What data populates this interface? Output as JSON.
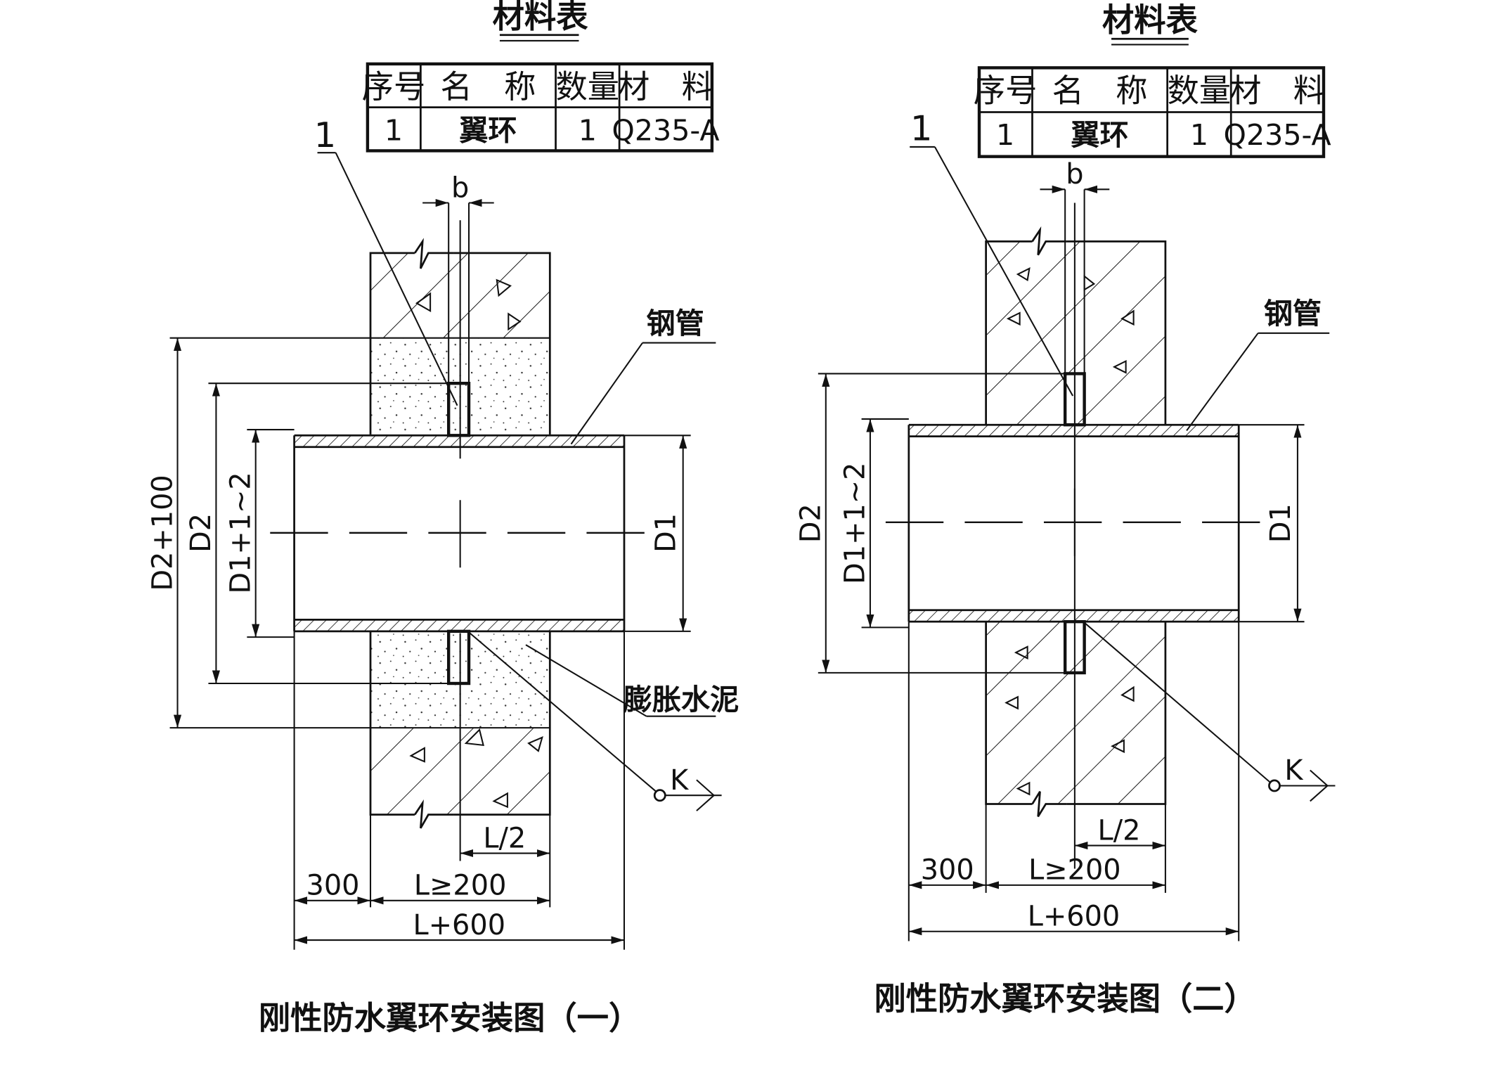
{
  "figures": [
    {
      "id": "one",
      "table": {
        "title": "材料表",
        "headers": [
          "序号",
          "名　称",
          "数量",
          "材　料"
        ],
        "row": [
          "1",
          "翼环",
          "1",
          "Q235-A"
        ]
      },
      "part_callout": "1",
      "labels": {
        "steel_pipe": "钢管",
        "expansion_cement": "膨胀水泥",
        "section_mark": "K"
      },
      "dimensions": {
        "b": "b",
        "d2_plus_100": "D2+100",
        "d2": "D2",
        "d1_plus": "D1+1~2",
        "d1": "D1",
        "half_l": "L/2",
        "overhang": "300",
        "wall_l": "L≥200",
        "total": "L+600"
      },
      "caption": "刚性防水翼环安装图（一）"
    },
    {
      "id": "two",
      "table": {
        "title": "材料表",
        "headers": [
          "序号",
          "名　称",
          "数量",
          "材　料"
        ],
        "row": [
          "1",
          "翼环",
          "1",
          "Q235-A"
        ]
      },
      "part_callout": "1",
      "labels": {
        "steel_pipe": "钢管",
        "section_mark": "K"
      },
      "dimensions": {
        "b": "b",
        "d2": "D2",
        "d1_plus": "D1+1~2",
        "d1": "D1",
        "half_l": "L/2",
        "overhang": "300",
        "wall_l": "L≥200",
        "total": "L+600"
      },
      "caption": "刚性防水翼环安装图（二）"
    }
  ]
}
